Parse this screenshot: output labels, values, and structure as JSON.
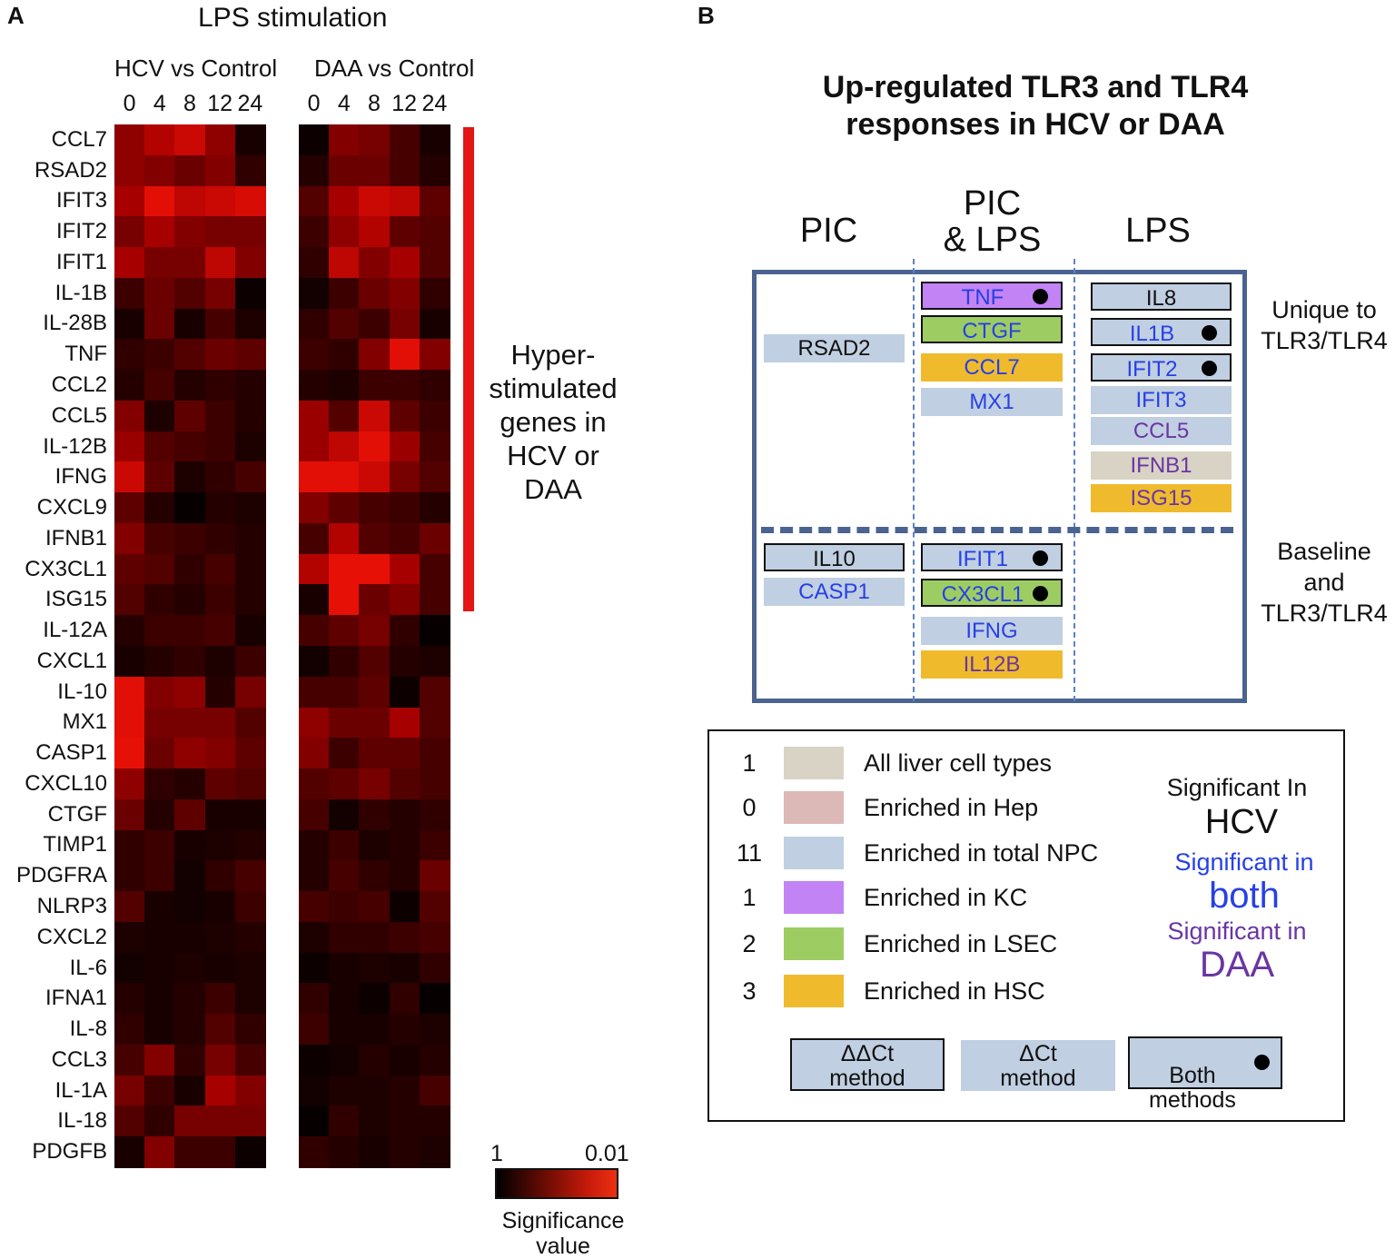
{
  "panelA": {
    "letter": "A",
    "title": "LPS stimulation",
    "groups": [
      "HCV vs Control",
      "DAA vs Control"
    ],
    "timepoints": [
      "0",
      "4",
      "8",
      "12",
      "24"
    ],
    "bracket_label": "Hyper-\nstimulated\ngenes in\nHCV or\nDAA",
    "scale_min_label": "1",
    "scale_max_label": "0.01",
    "scale_title": "Significance\nvalue",
    "colors": {
      "low": "#000000",
      "high": "#ee1a08",
      "bracket": "#e31515"
    }
  },
  "chart_data": {
    "type": "heatmap",
    "genes": [
      "CCL7",
      "RSAD2",
      "IFIT3",
      "IFIT2",
      "IFIT1",
      "IL-1B",
      "IL-28B",
      "TNF",
      "CCL2",
      "CCL5",
      "IL-12B",
      "IFNG",
      "CXCL9",
      "IFNB1",
      "CX3CL1",
      "ISG15",
      "IL-12A",
      "CXCL1",
      "IL-10",
      "MX1",
      "CASP1",
      "CXCL10",
      "CTGF",
      "TIMP1",
      "PDGFRA",
      "NLRP3",
      "CXCL2",
      "IL-6",
      "IFNA1",
      "IL-8",
      "CCL3",
      "IL-1A",
      "IL-18",
      "PDGFB"
    ],
    "columns": [
      "0",
      "4",
      "8",
      "12",
      "24"
    ],
    "hyperstimulated_genes": [
      "CCL7",
      "RSAD2",
      "IFIT3",
      "IFIT2",
      "IFIT1",
      "IL-1B",
      "IL-28B",
      "TNF",
      "CCL2",
      "CCL5",
      "IL-12B",
      "IFNG",
      "CXCL9",
      "IFNB1",
      "CX3CL1",
      "ISG15"
    ],
    "colorscale": {
      "min": 1,
      "max": 0.01,
      "min_label": "1",
      "max_label": "0.01"
    },
    "HCV": [
      [
        0.6,
        0.75,
        0.85,
        0.6,
        0.1
      ],
      [
        0.6,
        0.55,
        0.45,
        0.55,
        0.2
      ],
      [
        0.7,
        0.95,
        0.8,
        0.85,
        0.9
      ],
      [
        0.5,
        0.7,
        0.55,
        0.5,
        0.5
      ],
      [
        0.7,
        0.5,
        0.5,
        0.8,
        0.55
      ],
      [
        0.25,
        0.45,
        0.35,
        0.5,
        0.05
      ],
      [
        0.1,
        0.45,
        0.1,
        0.3,
        0.12
      ],
      [
        0.2,
        0.25,
        0.35,
        0.45,
        0.4
      ],
      [
        0.15,
        0.3,
        0.15,
        0.2,
        0.15
      ],
      [
        0.55,
        0.12,
        0.4,
        0.25,
        0.15
      ],
      [
        0.65,
        0.35,
        0.3,
        0.25,
        0.12
      ],
      [
        0.85,
        0.4,
        0.12,
        0.2,
        0.3
      ],
      [
        0.4,
        0.15,
        0.03,
        0.15,
        0.12
      ],
      [
        0.55,
        0.3,
        0.25,
        0.2,
        0.15
      ],
      [
        0.4,
        0.35,
        0.2,
        0.3,
        0.15
      ],
      [
        0.35,
        0.2,
        0.15,
        0.25,
        0.15
      ],
      [
        0.15,
        0.25,
        0.25,
        0.3,
        0.1
      ],
      [
        0.1,
        0.15,
        0.2,
        0.12,
        0.25
      ],
      [
        0.95,
        0.55,
        0.6,
        0.15,
        0.5
      ],
      [
        0.95,
        0.5,
        0.5,
        0.5,
        0.35
      ],
      [
        0.97,
        0.45,
        0.6,
        0.55,
        0.4
      ],
      [
        0.6,
        0.2,
        0.15,
        0.4,
        0.35
      ],
      [
        0.45,
        0.15,
        0.4,
        0.1,
        0.1
      ],
      [
        0.2,
        0.25,
        0.1,
        0.12,
        0.15
      ],
      [
        0.2,
        0.25,
        0.08,
        0.2,
        0.3
      ],
      [
        0.35,
        0.1,
        0.08,
        0.1,
        0.25
      ],
      [
        0.12,
        0.1,
        0.1,
        0.12,
        0.15
      ],
      [
        0.08,
        0.1,
        0.12,
        0.1,
        0.12
      ],
      [
        0.15,
        0.1,
        0.15,
        0.25,
        0.12
      ],
      [
        0.2,
        0.1,
        0.15,
        0.35,
        0.2
      ],
      [
        0.3,
        0.55,
        0.2,
        0.5,
        0.3
      ],
      [
        0.5,
        0.25,
        0.1,
        0.7,
        0.55
      ],
      [
        0.35,
        0.2,
        0.5,
        0.5,
        0.5
      ],
      [
        0.1,
        0.55,
        0.25,
        0.25,
        0.05
      ]
    ],
    "DAA": [
      [
        0.05,
        0.55,
        0.5,
        0.3,
        0.1
      ],
      [
        0.15,
        0.45,
        0.45,
        0.3,
        0.15
      ],
      [
        0.35,
        0.7,
        0.85,
        0.8,
        0.4
      ],
      [
        0.25,
        0.6,
        0.75,
        0.4,
        0.35
      ],
      [
        0.2,
        0.8,
        0.55,
        0.7,
        0.35
      ],
      [
        0.08,
        0.25,
        0.45,
        0.55,
        0.2
      ],
      [
        0.2,
        0.35,
        0.25,
        0.5,
        0.1
      ],
      [
        0.25,
        0.2,
        0.55,
        0.95,
        0.55
      ],
      [
        0.15,
        0.12,
        0.25,
        0.25,
        0.2
      ],
      [
        0.65,
        0.35,
        0.85,
        0.4,
        0.25
      ],
      [
        0.65,
        0.8,
        0.95,
        0.65,
        0.3
      ],
      [
        0.95,
        0.95,
        0.85,
        0.5,
        0.35
      ],
      [
        0.55,
        0.4,
        0.3,
        0.25,
        0.15
      ],
      [
        0.3,
        0.75,
        0.35,
        0.3,
        0.45
      ],
      [
        0.75,
        0.97,
        0.97,
        0.7,
        0.3
      ],
      [
        0.1,
        0.97,
        0.45,
        0.55,
        0.3
      ],
      [
        0.3,
        0.4,
        0.5,
        0.2,
        0.03
      ],
      [
        0.08,
        0.2,
        0.35,
        0.15,
        0.12
      ],
      [
        0.3,
        0.3,
        0.4,
        0.05,
        0.35
      ],
      [
        0.6,
        0.45,
        0.45,
        0.7,
        0.35
      ],
      [
        0.55,
        0.25,
        0.4,
        0.4,
        0.3
      ],
      [
        0.35,
        0.4,
        0.5,
        0.35,
        0.3
      ],
      [
        0.3,
        0.08,
        0.2,
        0.15,
        0.2
      ],
      [
        0.15,
        0.25,
        0.12,
        0.15,
        0.25
      ],
      [
        0.15,
        0.3,
        0.2,
        0.15,
        0.45
      ],
      [
        0.3,
        0.25,
        0.3,
        0.05,
        0.35
      ],
      [
        0.12,
        0.2,
        0.2,
        0.25,
        0.3
      ],
      [
        0.05,
        0.1,
        0.12,
        0.1,
        0.2
      ],
      [
        0.2,
        0.1,
        0.05,
        0.2,
        0.03
      ],
      [
        0.25,
        0.1,
        0.1,
        0.15,
        0.12
      ],
      [
        0.05,
        0.08,
        0.15,
        0.1,
        0.15
      ],
      [
        0.08,
        0.12,
        0.12,
        0.15,
        0.3
      ],
      [
        0.03,
        0.2,
        0.12,
        0.15,
        0.15
      ],
      [
        0.2,
        0.15,
        0.1,
        0.15,
        0.12
      ]
    ]
  },
  "panelB": {
    "letter": "B",
    "title": "Up-regulated TLR3 and TLR4\nresponses in HCV or DAA",
    "col_pic": "PIC",
    "col_both": "PIC\n& LPS",
    "col_lps": "LPS",
    "side_unique": "Unique to\nTLR3/TLR4",
    "side_baseline": "Baseline\nand\nTLR3/TLR4",
    "frame_color": "#4a6391",
    "genes": {
      "unique_pic": [
        {
          "label": "RSAD2",
          "color": "npc",
          "text": "hcv",
          "method": "dct"
        }
      ],
      "unique_both": [
        {
          "label": "TNF",
          "color": "kc",
          "text": "both",
          "method": "both"
        },
        {
          "label": "CTGF",
          "color": "lsec",
          "text": "both",
          "method": "ddct"
        },
        {
          "label": "CCL7",
          "color": "hsc",
          "text": "both",
          "method": "dct"
        },
        {
          "label": "MX1",
          "color": "npc",
          "text": "both",
          "method": "dct"
        }
      ],
      "unique_lps": [
        {
          "label": "IL8",
          "color": "npc",
          "text": "hcv",
          "method": "ddct"
        },
        {
          "label": "IL1B",
          "color": "npc",
          "text": "both",
          "method": "both"
        },
        {
          "label": "IFIT2",
          "color": "npc",
          "text": "both",
          "method": "both"
        },
        {
          "label": "IFIT3",
          "color": "npc",
          "text": "both",
          "method": "dct"
        },
        {
          "label": "CCL5",
          "color": "npc",
          "text": "daa",
          "method": "dct"
        },
        {
          "label": "IFNB1",
          "color": "all",
          "text": "daa",
          "method": "dct"
        },
        {
          "label": "ISG15",
          "color": "hsc",
          "text": "daa",
          "method": "dct"
        }
      ],
      "baseline_pic": [
        {
          "label": "IL10",
          "color": "npc",
          "text": "hcv",
          "method": "ddct"
        },
        {
          "label": "CASP1",
          "color": "npc",
          "text": "both",
          "method": "dct"
        }
      ],
      "baseline_both": [
        {
          "label": "IFIT1",
          "color": "npc",
          "text": "both",
          "method": "both"
        },
        {
          "label": "CX3CL1",
          "color": "lsec",
          "text": "both",
          "method": "both"
        },
        {
          "label": "IFNG",
          "color": "npc",
          "text": "both",
          "method": "dct"
        },
        {
          "label": "IL12B",
          "color": "hsc",
          "text": "daa",
          "method": "dct"
        }
      ]
    },
    "palette": {
      "all": "#d8d3c4",
      "hep": "#dcb8b7",
      "npc": "#c0cfe1",
      "kc": "#c283f4",
      "lsec": "#9dcd62",
      "hsc": "#efbb2d",
      "text_hcv": "#111111",
      "text_both": "#2740e6",
      "text_daa": "#6a35a3"
    },
    "legend": {
      "rows": [
        {
          "count": "1",
          "color": "all",
          "label": "All liver cell types"
        },
        {
          "count": "0",
          "color": "hep",
          "label": "Enriched in Hep"
        },
        {
          "count": "11",
          "color": "npc",
          "label": "Enriched in total NPC"
        },
        {
          "count": "1",
          "color": "kc",
          "label": "Enriched in KC"
        },
        {
          "count": "2",
          "color": "lsec",
          "label": "Enriched in LSEC"
        },
        {
          "count": "3",
          "color": "hsc",
          "label": "Enriched in HSC"
        }
      ],
      "sig_hcv_1": "Significant In",
      "sig_hcv_2": "HCV",
      "sig_both_1": "Significant in",
      "sig_both_2": "both",
      "sig_daa_1": "Significant in",
      "sig_daa_2": "DAA",
      "method_ddct": "ΔΔCt\nmethod",
      "method_dct": "ΔCt\nmethod",
      "method_both": "Both\nmethods"
    }
  }
}
